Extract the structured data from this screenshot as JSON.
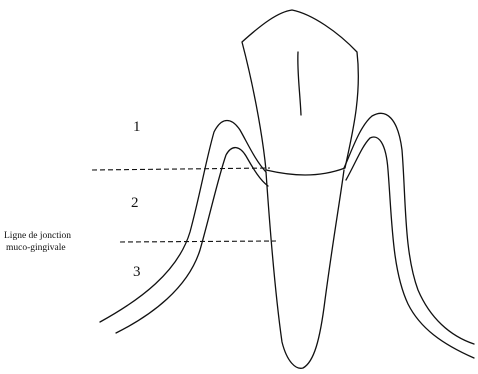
{
  "figure": {
    "zone_labels": [
      "1",
      "2",
      "3"
    ],
    "junction_label_lines": [
      "Ligne de jonction",
      "muco-gingivale"
    ],
    "colors": {
      "ink": "#111111",
      "background": "#ffffff"
    }
  }
}
